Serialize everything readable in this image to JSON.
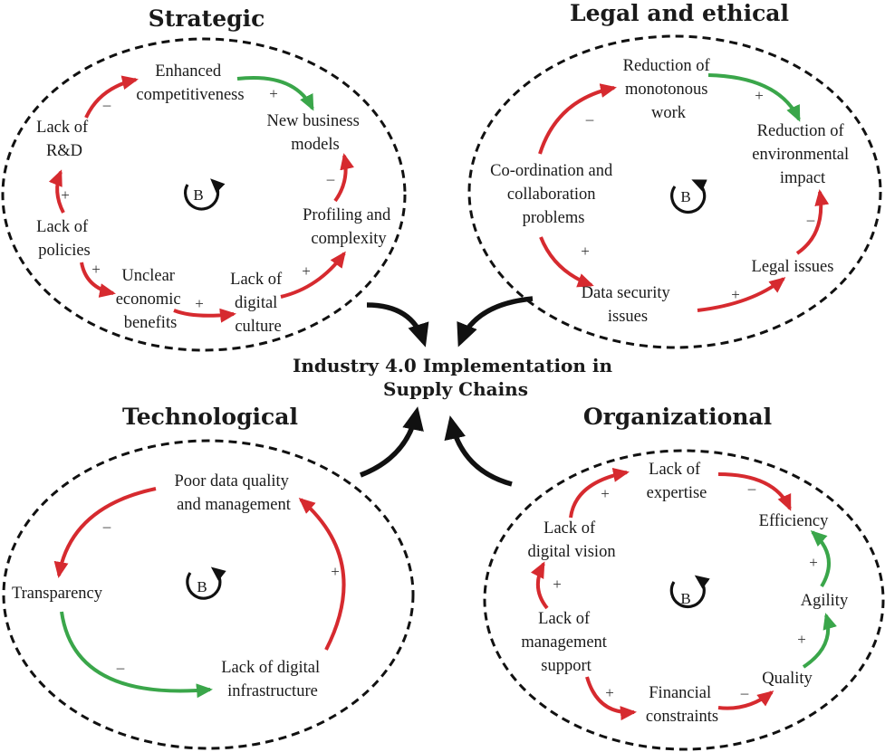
{
  "center_label": [
    "Industry 4.0 Implementation in",
    "Supply Chains"
  ],
  "balancing_label": "B",
  "colors": {
    "reinforcing": "#d62a2f",
    "balancing_link": "#3aa64a",
    "outline": "#111111"
  },
  "strategic": {
    "title": "Strategic",
    "nodes": {
      "enhanced": [
        "Enhanced",
        "competitiveness"
      ],
      "new_models": [
        "New business",
        "models"
      ],
      "rnd": [
        "Lack of",
        "R&D"
      ],
      "policies": [
        "Lack of",
        "policies"
      ],
      "profiling": [
        "Profiling and",
        "complexity"
      ],
      "unclear": [
        "Unclear",
        "economic",
        "benefits"
      ],
      "digital_culture": [
        "Lack of",
        "digital",
        "culture"
      ]
    },
    "signs": {
      "rnd_to_enhanced": "–",
      "enhanced_to_models": "+",
      "policies_to_rnd": "+",
      "profiling_to_models": "–",
      "policies_to_unclear": "+",
      "unclear_to_culture": "+",
      "culture_to_profiling": "+"
    }
  },
  "legal": {
    "title": "Legal and ethical",
    "nodes": {
      "monotonous": [
        "Reduction of",
        "monotonous",
        "work"
      ],
      "environmental": [
        "Reduction of",
        "environmental",
        "impact"
      ],
      "coordination": [
        "Co-ordination and",
        "collaboration",
        "problems"
      ],
      "legal_issues": [
        "Legal issues"
      ],
      "data_security": [
        "Data security",
        "issues"
      ]
    },
    "signs": {
      "coord_to_monotonous": "–",
      "monotonous_to_env": "+",
      "legal_to_env": "–",
      "coord_to_security": "+",
      "security_to_legal": "+"
    }
  },
  "technological": {
    "title": "Technological",
    "nodes": {
      "poor_data": [
        "Poor data quality",
        "and management"
      ],
      "transparency": [
        "Transparency"
      ],
      "infrastructure": [
        "Lack of digital",
        "infrastructure"
      ]
    },
    "signs": {
      "poor_to_transparency": "–",
      "infra_to_poor": "+",
      "transparency_to_infra": "–"
    }
  },
  "organizational": {
    "title": "Organizational",
    "nodes": {
      "expertise": [
        "Lack of",
        "expertise"
      ],
      "efficiency": [
        "Efficiency"
      ],
      "vision": [
        "Lack of",
        "digital vision"
      ],
      "agility": [
        "Agility"
      ],
      "management": [
        "Lack of",
        "management",
        "support"
      ],
      "quality": [
        "Quality"
      ],
      "financial": [
        "Financial",
        "constraints"
      ]
    },
    "signs": {
      "vision_to_expertise": "+",
      "expertise_to_efficiency": "–",
      "agility_to_efficiency": "+",
      "mgmt_to_vision": "+",
      "quality_to_agility": "+",
      "mgmt_to_financial": "+",
      "financial_to_quality": "–"
    }
  }
}
